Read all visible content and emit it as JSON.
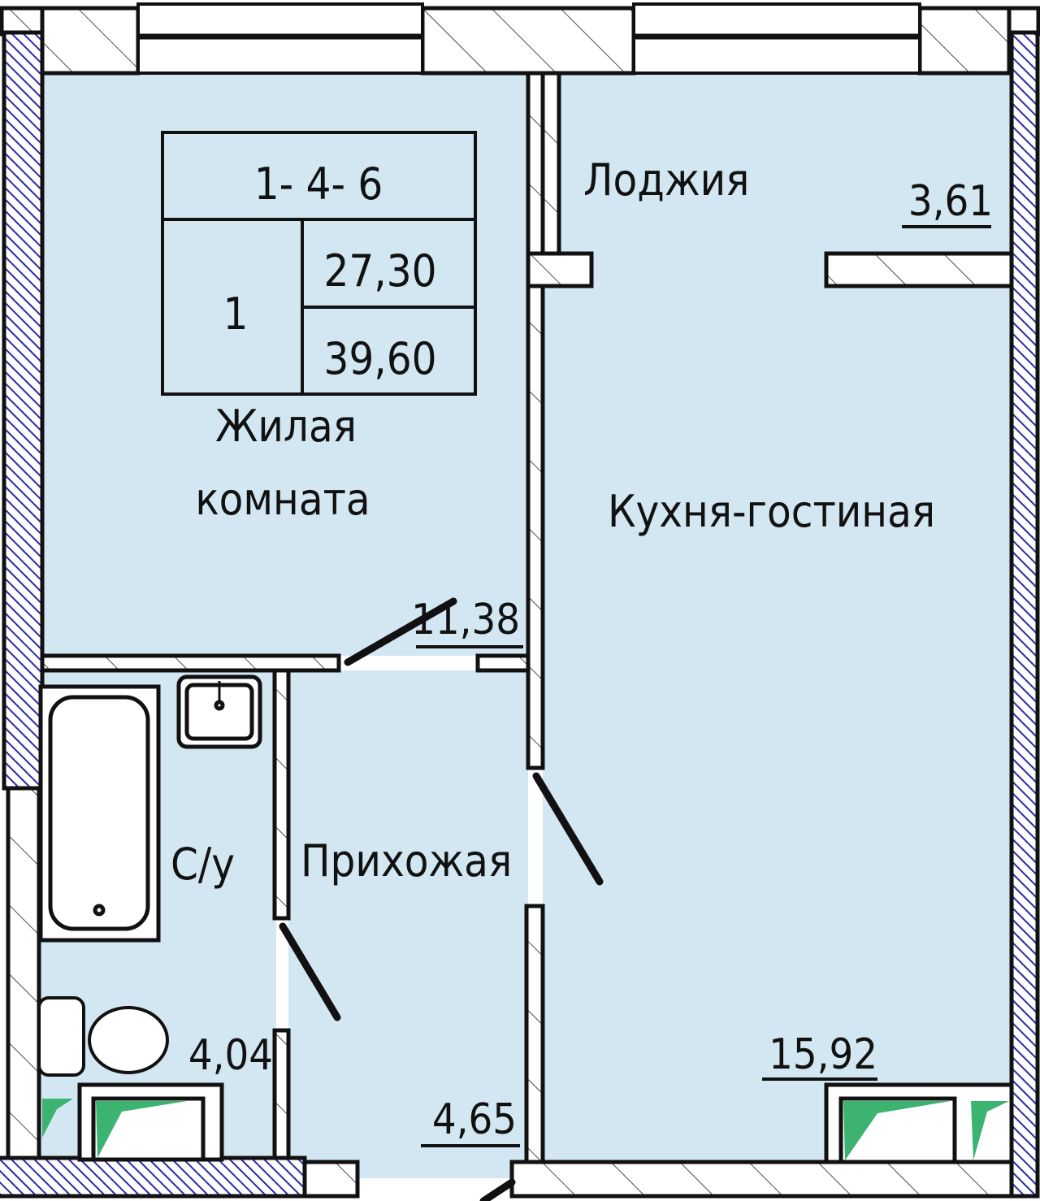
{
  "plan": {
    "apartment_code": "1- 4- 6",
    "rooms_count": "1",
    "living_area": "27,30",
    "total_area": "39,60"
  },
  "rooms": {
    "living_room": {
      "name_line1": "Жилая",
      "name_line2": "комната",
      "area": "11,38"
    },
    "loggia": {
      "name": "Лоджия",
      "area": "3,61"
    },
    "kitchen_living": {
      "name": "Кухня-гостиная",
      "area": "15,92"
    },
    "bathroom": {
      "name": "С/у",
      "area": "4,04"
    },
    "hallway": {
      "name": "Прихожая",
      "area": "4,65"
    }
  },
  "colors": {
    "room_fill": "#d3e7f2",
    "wall_hatch": "#2a2aa8",
    "radiator": "#3cb371",
    "line": "#111111"
  }
}
